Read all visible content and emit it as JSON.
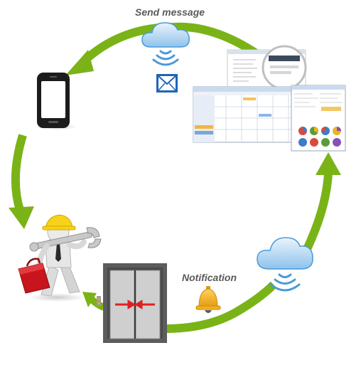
{
  "labels": {
    "send_message": "Send message",
    "notification": "Notification"
  },
  "colors": {
    "arrow_green": "#7ab317",
    "cloud_blue": "#4a9ad8",
    "envelope_blue": "#1f64b8",
    "bell_orange": "#f2b01e",
    "elevator_gray": "#5c5c5c",
    "elevator_arrow_red": "#e02020",
    "toolbox_red": "#c8141c",
    "helmet_yellow": "#f6d21a"
  },
  "icons": [
    "phone-icon",
    "cloud-icon",
    "envelope-icon",
    "software-screens",
    "bell-icon",
    "elevator-icon",
    "technician-icon"
  ]
}
